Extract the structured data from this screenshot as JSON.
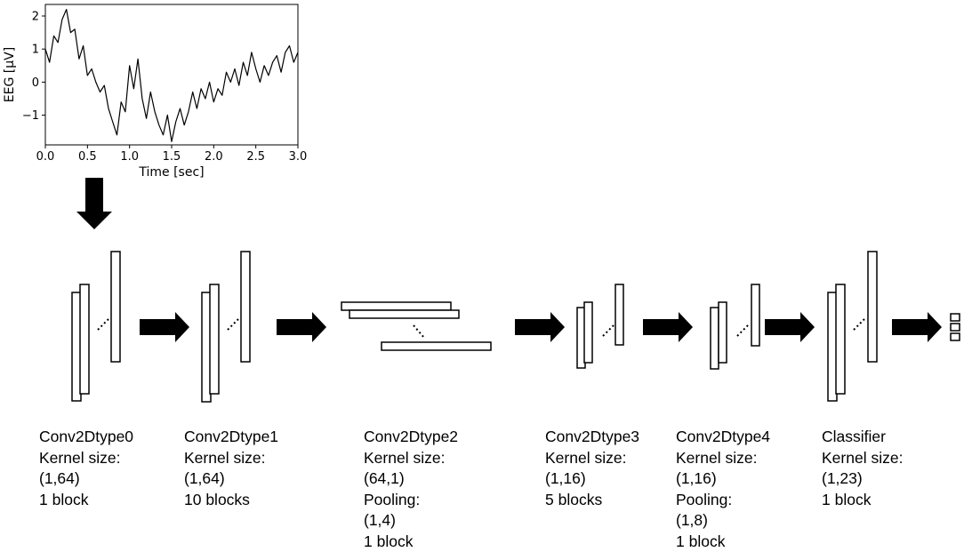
{
  "eeg_plot": {
    "xlabel": "Time [sec]",
    "ylabel": "EEG [µV]",
    "x_ticks": [
      "0.0",
      "0.5",
      "1.0",
      "1.5",
      "2.0",
      "2.5",
      "3.0"
    ],
    "y_ticks": [
      "2",
      "1",
      "0",
      "−1"
    ]
  },
  "chart_data": {
    "type": "line",
    "xlabel": "Time [sec]",
    "ylabel": "EEG [µV]",
    "xlim": [
      0.0,
      3.0
    ],
    "ylim": [
      -1.9,
      2.35
    ],
    "grid": false,
    "series": [
      {
        "x": [
          0.0,
          0.05,
          0.1,
          0.15,
          0.2,
          0.25,
          0.3,
          0.35,
          0.4,
          0.45,
          0.5,
          0.55,
          0.6,
          0.65,
          0.7,
          0.75,
          0.8,
          0.85,
          0.9,
          0.95,
          1.0,
          1.05,
          1.1,
          1.15,
          1.2,
          1.25,
          1.3,
          1.35,
          1.4,
          1.45,
          1.5,
          1.55,
          1.6,
          1.65,
          1.7,
          1.75,
          1.8,
          1.85,
          1.9,
          1.95,
          2.0,
          2.05,
          2.1,
          2.15,
          2.2,
          2.25,
          2.3,
          2.35,
          2.4,
          2.45,
          2.5,
          2.55,
          2.6,
          2.65,
          2.7,
          2.75,
          2.8,
          2.85,
          2.9,
          2.95,
          3.0
        ],
        "y": [
          1.0,
          0.6,
          1.4,
          1.2,
          1.9,
          2.2,
          1.5,
          1.6,
          0.7,
          1.1,
          0.2,
          0.4,
          0.0,
          -0.3,
          -0.1,
          -0.8,
          -1.2,
          -1.6,
          -0.6,
          -0.9,
          0.5,
          -0.2,
          0.7,
          -0.5,
          -1.1,
          -0.3,
          -0.9,
          -1.3,
          -1.6,
          -1.0,
          -1.8,
          -1.2,
          -0.8,
          -1.3,
          -0.9,
          -0.3,
          -0.8,
          -0.2,
          -0.5,
          0.0,
          -0.6,
          -0.2,
          -0.4,
          0.3,
          0.0,
          0.4,
          -0.1,
          0.6,
          0.2,
          0.9,
          0.4,
          0.0,
          0.5,
          0.2,
          0.6,
          0.8,
          0.3,
          0.9,
          1.1,
          0.6,
          0.9
        ]
      }
    ]
  },
  "stages": [
    {
      "name": "Conv2Dtype0",
      "lines": [
        "Kernel size:",
        "(1,64)",
        "1 block"
      ]
    },
    {
      "name": "Conv2Dtype1",
      "lines": [
        "Kernel size:",
        "(1,64)",
        "10 blocks"
      ]
    },
    {
      "name": "Conv2Dtype2",
      "lines": [
        "Kernel size:",
        "(64,1)",
        "Pooling:",
        "(1,4)",
        "1 block"
      ]
    },
    {
      "name": "Conv2Dtype3",
      "lines": [
        "Kernel size:",
        "(1,16)",
        "5 blocks"
      ]
    },
    {
      "name": "Conv2Dtype4",
      "lines": [
        "Kernel size:",
        "(1,16)",
        "Pooling:",
        "(1,8)",
        "1 block"
      ]
    },
    {
      "name": "Classifier",
      "lines": [
        "Kernel size:",
        "(1,23)",
        "1 block"
      ]
    }
  ],
  "colors": {
    "stroke": "#000000",
    "fill": "#ffffff"
  }
}
